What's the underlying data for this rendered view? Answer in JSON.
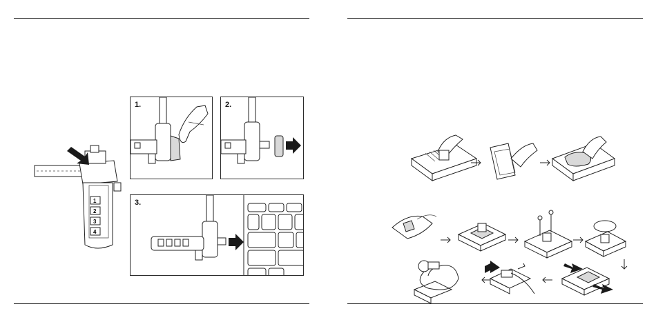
{
  "left_page": {
    "steps": [
      {
        "label": "1."
      },
      {
        "label": "2."
      },
      {
        "label": "3."
      }
    ],
    "lock_dial_digits": [
      "1",
      "2",
      "3",
      "4"
    ]
  },
  "right_page": {
    "icons": [
      "arrow-right-icon",
      "arrow-down-icon",
      "arrow-left-icon"
    ]
  }
}
